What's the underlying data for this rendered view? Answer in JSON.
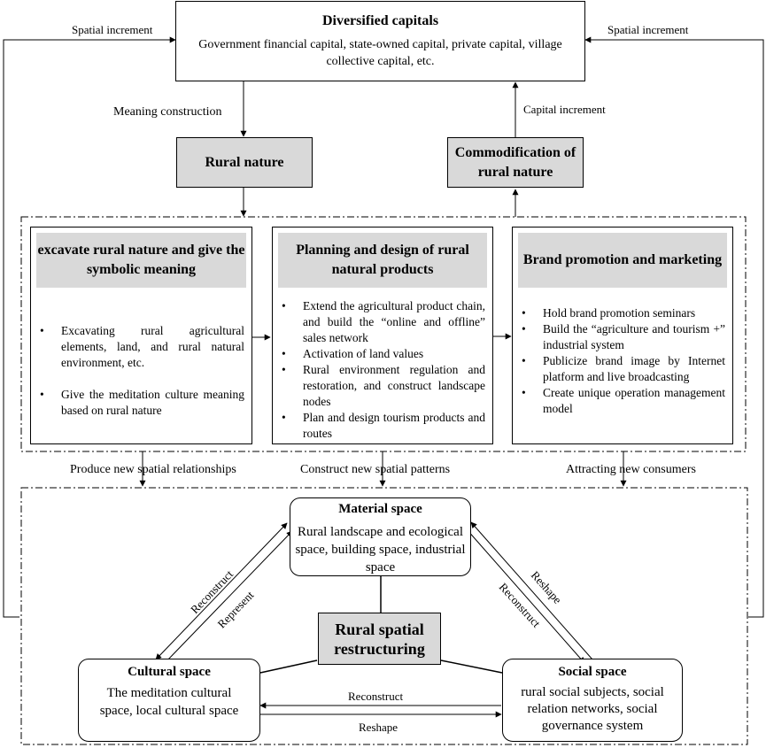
{
  "capitals": {
    "title": "Diversified capitals",
    "body": "Government financial capital, state-owned capital, private capital, village collective capital, etc."
  },
  "rural_nature": "Rural nature",
  "commodification": "Commodification of rural nature",
  "labels": {
    "spatial_increment_left": "Spatial increment",
    "spatial_increment_right": "Spatial increment",
    "meaning_construction": "Meaning construction",
    "capital_increment": "Capital increment",
    "produce": "Produce new spatial relationships",
    "construct": "Construct new spatial patterns",
    "attracting": "Attracting new consumers"
  },
  "panels": [
    {
      "title": "excavate rural nature and give the symbolic meaning",
      "items": [
        "Excavating rural agricultural elements, land, and rural natural environment, etc.",
        "Give the meditation culture meaning based on rural nature"
      ]
    },
    {
      "title": "Planning and design of rural natural products",
      "items": [
        "Extend the agricultural product chain, and build the “online and offline” sales network",
        "Activation of land values",
        "Rural environment regulation and restoration, and construct landscape nodes",
        "Plan and design tourism products and routes"
      ]
    },
    {
      "title": "Brand promotion and marketing",
      "items": [
        "Hold brand promotion seminars",
        "Build the “agriculture and tourism +” industrial system",
        "Publicize brand image by Internet platform and live broadcasting",
        "Create unique operation management model"
      ]
    }
  ],
  "material": {
    "title": "Material space",
    "body": "Rural landscape and ecological space, building space, industrial space"
  },
  "restructuring": "Rural spatial restructuring",
  "cultural": {
    "title": "Cultural space",
    "body": "The meditation cultural space, local cultural space"
  },
  "social": {
    "title": "Social space",
    "body": "rural social subjects, social relation networks, social governance system"
  },
  "edge_labels": {
    "reconstruct_left": "Reconstruct",
    "represent": "Represent",
    "reshape_right": "Reshape",
    "reconstruct_right": "Reconstruct",
    "reconstruct_bottom": "Reconstruct",
    "reshape_bottom": "Reshape"
  }
}
